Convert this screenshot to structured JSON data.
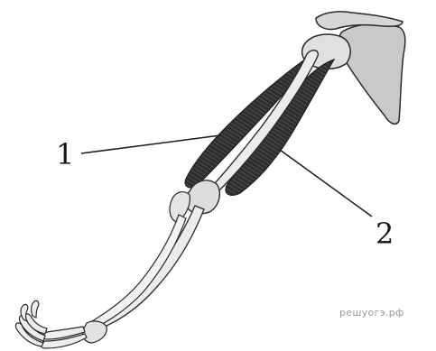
{
  "diagram": {
    "labels": [
      {
        "id": "1",
        "text": "1"
      },
      {
        "id": "2",
        "text": "2"
      }
    ],
    "watermark": "решуогэ.рф"
  }
}
